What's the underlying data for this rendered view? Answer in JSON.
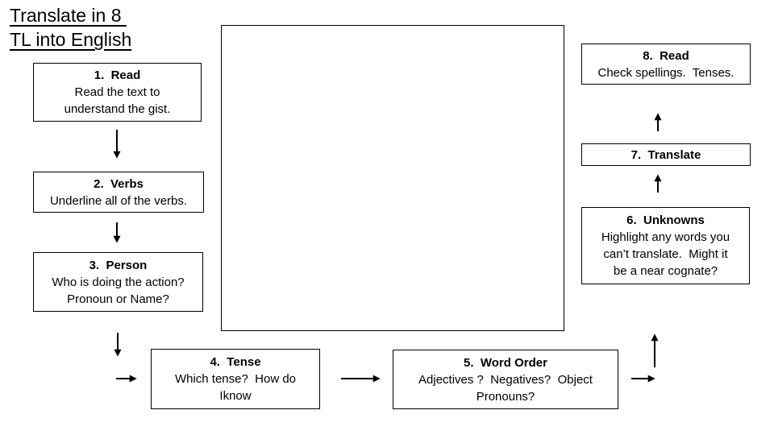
{
  "title": {
    "line1": "Translate in 8 ",
    "line2": "TL into English"
  },
  "colors": {
    "background": "#ffffff",
    "ink": "#000000"
  },
  "boxes": [
    {
      "heading": "1.  Read",
      "body_lines": [
        "Read the text to",
        "understand the gist."
      ]
    },
    {
      "heading": "2.  Verbs",
      "body_lines": [
        "Underline all of the verbs."
      ]
    },
    {
      "heading": "3.  Person",
      "body_lines": [
        "Who is doing the action?",
        "Pronoun or Name?"
      ]
    },
    {
      "heading": "4.  Tense",
      "body_lines": [
        "Which tense?  How do",
        "Iknow"
      ]
    },
    {
      "heading": "5.  Word Order",
      "body_lines": [
        "Adjectives ?  Negatives?  Object",
        "Pronouns?"
      ]
    },
    {
      "heading": "6.  Unknowns",
      "body_lines": [
        "Highlight any words you",
        "can’t translate.  Might it",
        "be a near cognate?"
      ]
    },
    {
      "heading": "7.  Translate",
      "body_lines": []
    },
    {
      "heading": "8.  Read",
      "body_lines": [
        "Check spellings.  Tenses."
      ]
    }
  ]
}
